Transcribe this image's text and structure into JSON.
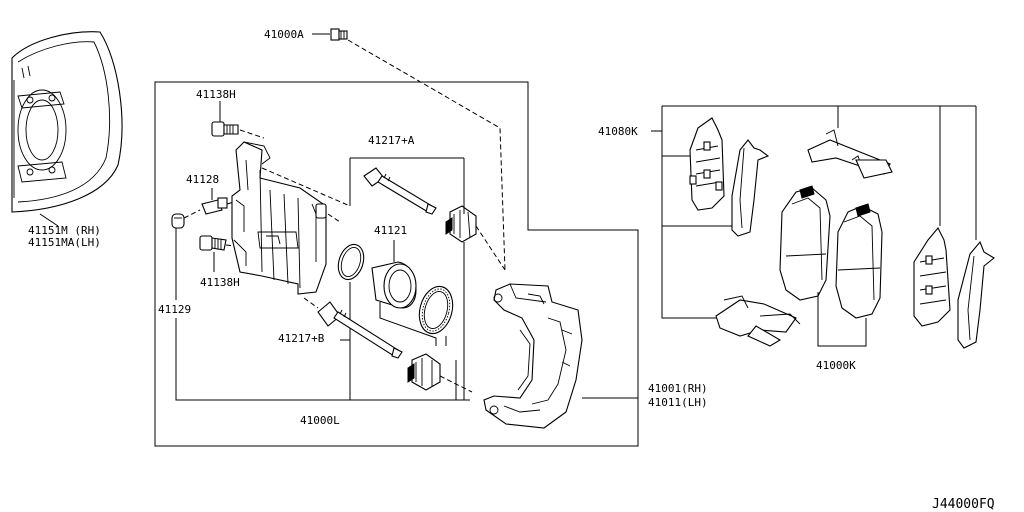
{
  "diagram_id": "J44000FQ",
  "labels": {
    "backplate_rh": "41151M  (RH)",
    "backplate_lh": "41151MA(LH)",
    "caliper_assy_top": "41000A",
    "bolt_upper": "41138H",
    "bleeder": "41128",
    "bolt_lower": "41138H",
    "cap": "41129",
    "pin_a": "41217+A",
    "pin_b": "41217+B",
    "piston": "41121",
    "caliper_assy_l": "41000L",
    "caliper_rh": "41001(RH)",
    "caliper_lh": "41011(LH)",
    "shim_kit": "41080K",
    "pad_kit": "41000K"
  }
}
